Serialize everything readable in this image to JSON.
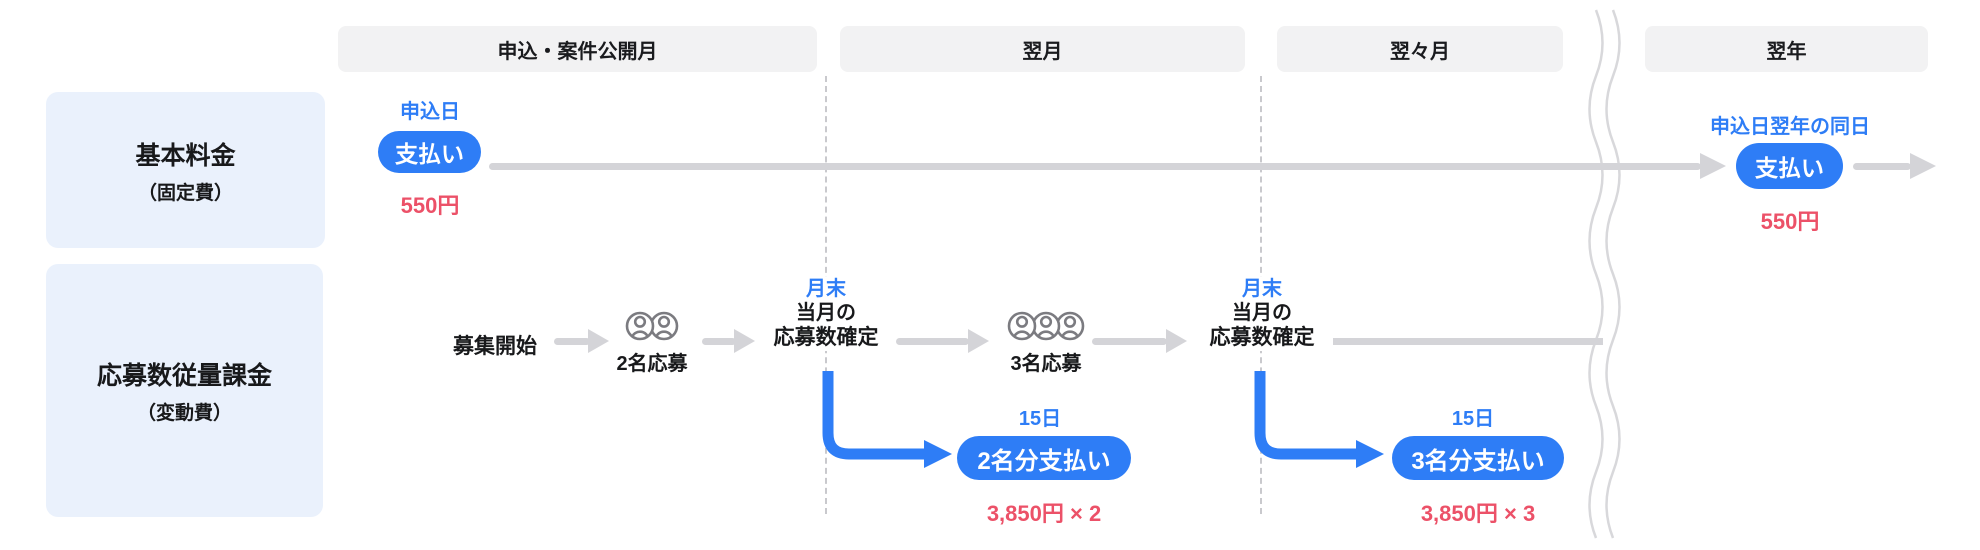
{
  "colors": {
    "accent_blue": "#2e7df6",
    "price_red": "#ec5168",
    "timeline_gray": "#d4d4d8",
    "row_label_bg": "#eaf1fc",
    "column_header_bg": "#f2f2f3"
  },
  "column_headers": [
    {
      "label": "申込・案件公開月"
    },
    {
      "label": "翌月"
    },
    {
      "label": "翌々月"
    },
    {
      "label": "翌年"
    }
  ],
  "row_labels": {
    "basic": {
      "title": "基本料金",
      "subtitle": "（固定費）"
    },
    "usage": {
      "title": "応募数従量課金",
      "subtitle": "（変動費）"
    }
  },
  "basic_fee_timeline": {
    "first_payment": {
      "date": "申込日",
      "pill": "支払い",
      "price": "550円"
    },
    "renewal_payment": {
      "date": "申込日翌年の同日",
      "pill": "支払い",
      "price": "550円"
    }
  },
  "usage_fee_timeline": {
    "recruit_start": "募集開始",
    "applicants_month1": "2名応募",
    "month_end_1": {
      "date": "月末",
      "caption_line1": "当月の",
      "caption_line2": "応募数確定"
    },
    "applicants_month2": "3名応募",
    "month_end_2": {
      "date": "月末",
      "caption_line1": "当月の",
      "caption_line2": "応募数確定"
    },
    "payment_1": {
      "date": "15日",
      "pill": "2名分支払い",
      "price": "3,850円 × 2"
    },
    "payment_2": {
      "date": "15日",
      "pill": "3名分支払い",
      "price": "3,850円 × 3"
    }
  }
}
